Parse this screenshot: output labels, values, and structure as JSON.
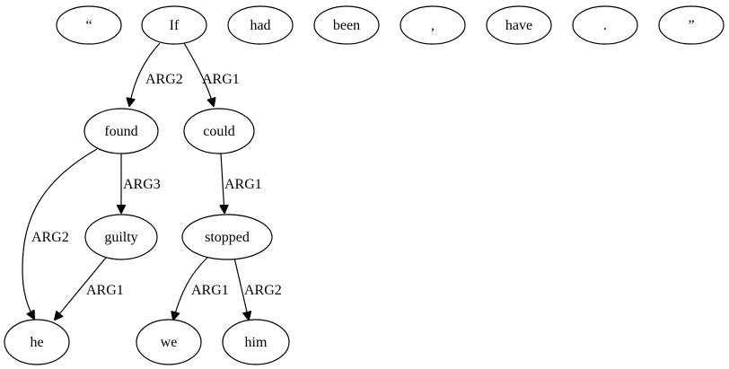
{
  "nodes": {
    "open_quote": "“",
    "if": "If",
    "had": "had",
    "been": "been",
    "comma": ",",
    "have": "have",
    "period": ".",
    "close_quote": "”",
    "found": "found",
    "could": "could",
    "guilty": "guilty",
    "stopped": "stopped",
    "he": "he",
    "we": "we",
    "him": "him"
  },
  "edges": {
    "if_found": "ARG2",
    "if_could": "ARG1",
    "found_guilty": "ARG3",
    "found_he": "ARG2",
    "guilty_he": "ARG1",
    "could_stopped": "ARG1",
    "stopped_we": "ARG1",
    "stopped_him": "ARG2"
  }
}
